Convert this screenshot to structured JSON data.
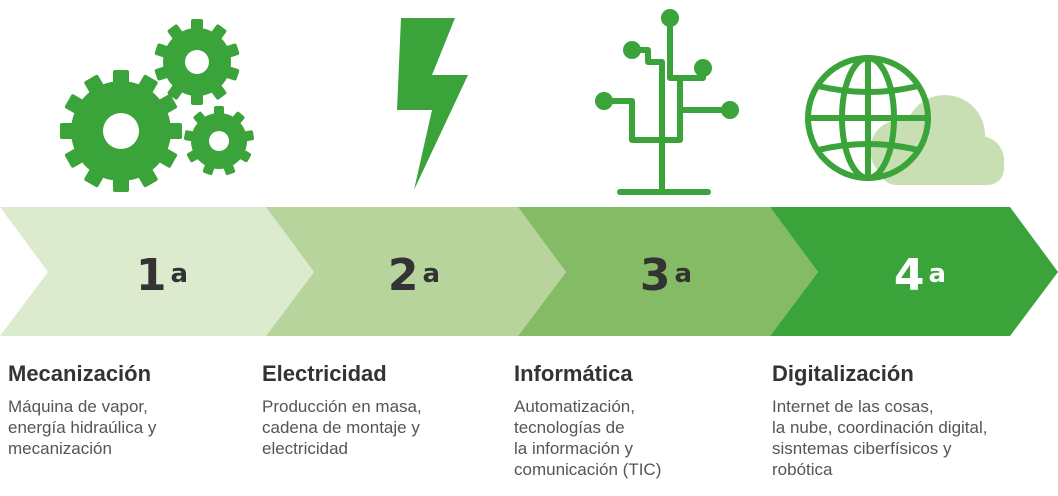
{
  "colors": {
    "icon_green": "#3aa33a",
    "stage1": "#dceacd",
    "stage2": "#b6d49b",
    "stage3": "#85bb64",
    "stage4": "#3aa33a",
    "cloud": "#c8dfb3"
  },
  "stages": [
    {
      "icon": "gears-icon",
      "number": "1",
      "suffix": "a",
      "title": "Mecanización",
      "description": "Máquina de vapor,\nenergía hidraúlica y\nmecanización"
    },
    {
      "icon": "lightning-icon",
      "number": "2",
      "suffix": "a",
      "title": "Electricidad",
      "description": "Producción en masa,\ncadena de montaje y\nelectricidad"
    },
    {
      "icon": "circuit-tree-icon",
      "number": "3",
      "suffix": "a",
      "title": "Informática",
      "description": "Automatización,\ntecnologías de\nla información y\ncomunicación (TIC)"
    },
    {
      "icon": "globe-cloud-icon",
      "number": "4",
      "suffix": "a",
      "title": "Digitalización",
      "description": "Internet de las cosas,\nla nube, coordinación digital,\nsisntemas ciberfísicos y\nrobótica"
    }
  ]
}
